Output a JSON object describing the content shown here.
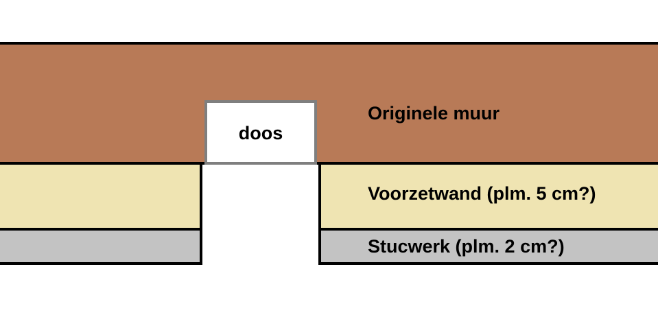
{
  "layers": {
    "original_wall": {
      "label": "Originele muur",
      "color": "#b87a57"
    },
    "furring_wall": {
      "label": "Voorzetwand (plm. 5 cm?)",
      "color": "#efe4b2"
    },
    "plaster": {
      "label": "Stucwerk (plm. 2 cm?)",
      "color": "#c3c3c3"
    }
  },
  "box": {
    "label": "doos",
    "fill": "#ffffff",
    "border": "#7f7f7f"
  },
  "outline_color": "#000000"
}
